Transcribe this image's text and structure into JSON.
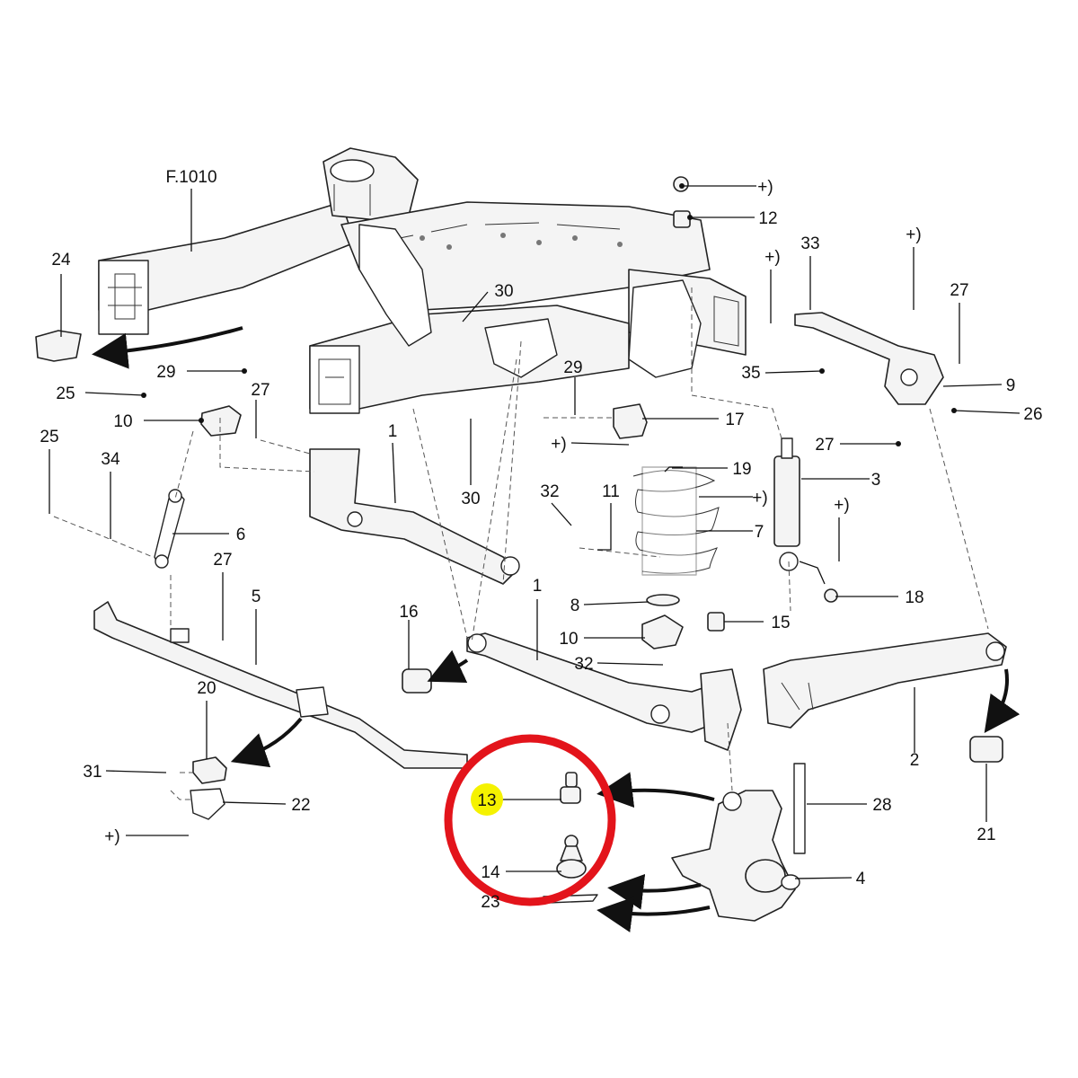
{
  "colors": {
    "highlight_circle": "#e3141b",
    "highlight_marker": "#f5f200",
    "line": "#111111"
  },
  "frame_ref": "F.1010",
  "highlighted_part": "13",
  "callouts": [
    {
      "id": "c-f1010",
      "text": "F.1010"
    },
    {
      "id": "c-24",
      "text": "24"
    },
    {
      "id": "c-29a",
      "text": "29"
    },
    {
      "id": "c-25a",
      "text": "25"
    },
    {
      "id": "c-27a",
      "text": "27"
    },
    {
      "id": "c-10a",
      "text": "10"
    },
    {
      "id": "c-25b",
      "text": "25"
    },
    {
      "id": "c-34",
      "text": "34"
    },
    {
      "id": "c-6",
      "text": "6"
    },
    {
      "id": "c-27b",
      "text": "27"
    },
    {
      "id": "c-5",
      "text": "5"
    },
    {
      "id": "c-20",
      "text": "20"
    },
    {
      "id": "c-31",
      "text": "31"
    },
    {
      "id": "c-22",
      "text": "22"
    },
    {
      "id": "c-plus-a",
      "text": "+)"
    },
    {
      "id": "c-30a",
      "text": "30"
    },
    {
      "id": "c-30b",
      "text": "30"
    },
    {
      "id": "c-29b",
      "text": "29"
    },
    {
      "id": "c-1a",
      "text": "1"
    },
    {
      "id": "c-16",
      "text": "16"
    },
    {
      "id": "c-1b",
      "text": "1"
    },
    {
      "id": "c-plus-b",
      "text": "+)"
    },
    {
      "id": "c-12",
      "text": "12"
    },
    {
      "id": "c-17",
      "text": "17"
    },
    {
      "id": "c-plus-c",
      "text": "+)"
    },
    {
      "id": "c-32a",
      "text": "32"
    },
    {
      "id": "c-11",
      "text": "11"
    },
    {
      "id": "c-19",
      "text": "19"
    },
    {
      "id": "c-plus-d",
      "text": "+)"
    },
    {
      "id": "c-7",
      "text": "7"
    },
    {
      "id": "c-8",
      "text": "8"
    },
    {
      "id": "c-10b",
      "text": "10"
    },
    {
      "id": "c-32b",
      "text": "32"
    },
    {
      "id": "c-15",
      "text": "15"
    },
    {
      "id": "c-13",
      "text": "13"
    },
    {
      "id": "c-14",
      "text": "14"
    },
    {
      "id": "c-23",
      "text": "23"
    },
    {
      "id": "c-28",
      "text": "28"
    },
    {
      "id": "c-4",
      "text": "4"
    },
    {
      "id": "c-33",
      "text": "33"
    },
    {
      "id": "c-plus-e",
      "text": "+)"
    },
    {
      "id": "c-plus-f",
      "text": "+)"
    },
    {
      "id": "c-27c",
      "text": "27"
    },
    {
      "id": "c-35",
      "text": "35"
    },
    {
      "id": "c-9",
      "text": "9"
    },
    {
      "id": "c-26",
      "text": "26"
    },
    {
      "id": "c-27d",
      "text": "27"
    },
    {
      "id": "c-3",
      "text": "3"
    },
    {
      "id": "c-plus-g",
      "text": "+)"
    },
    {
      "id": "c-18",
      "text": "18"
    },
    {
      "id": "c-2",
      "text": "2"
    },
    {
      "id": "c-21",
      "text": "21"
    }
  ]
}
